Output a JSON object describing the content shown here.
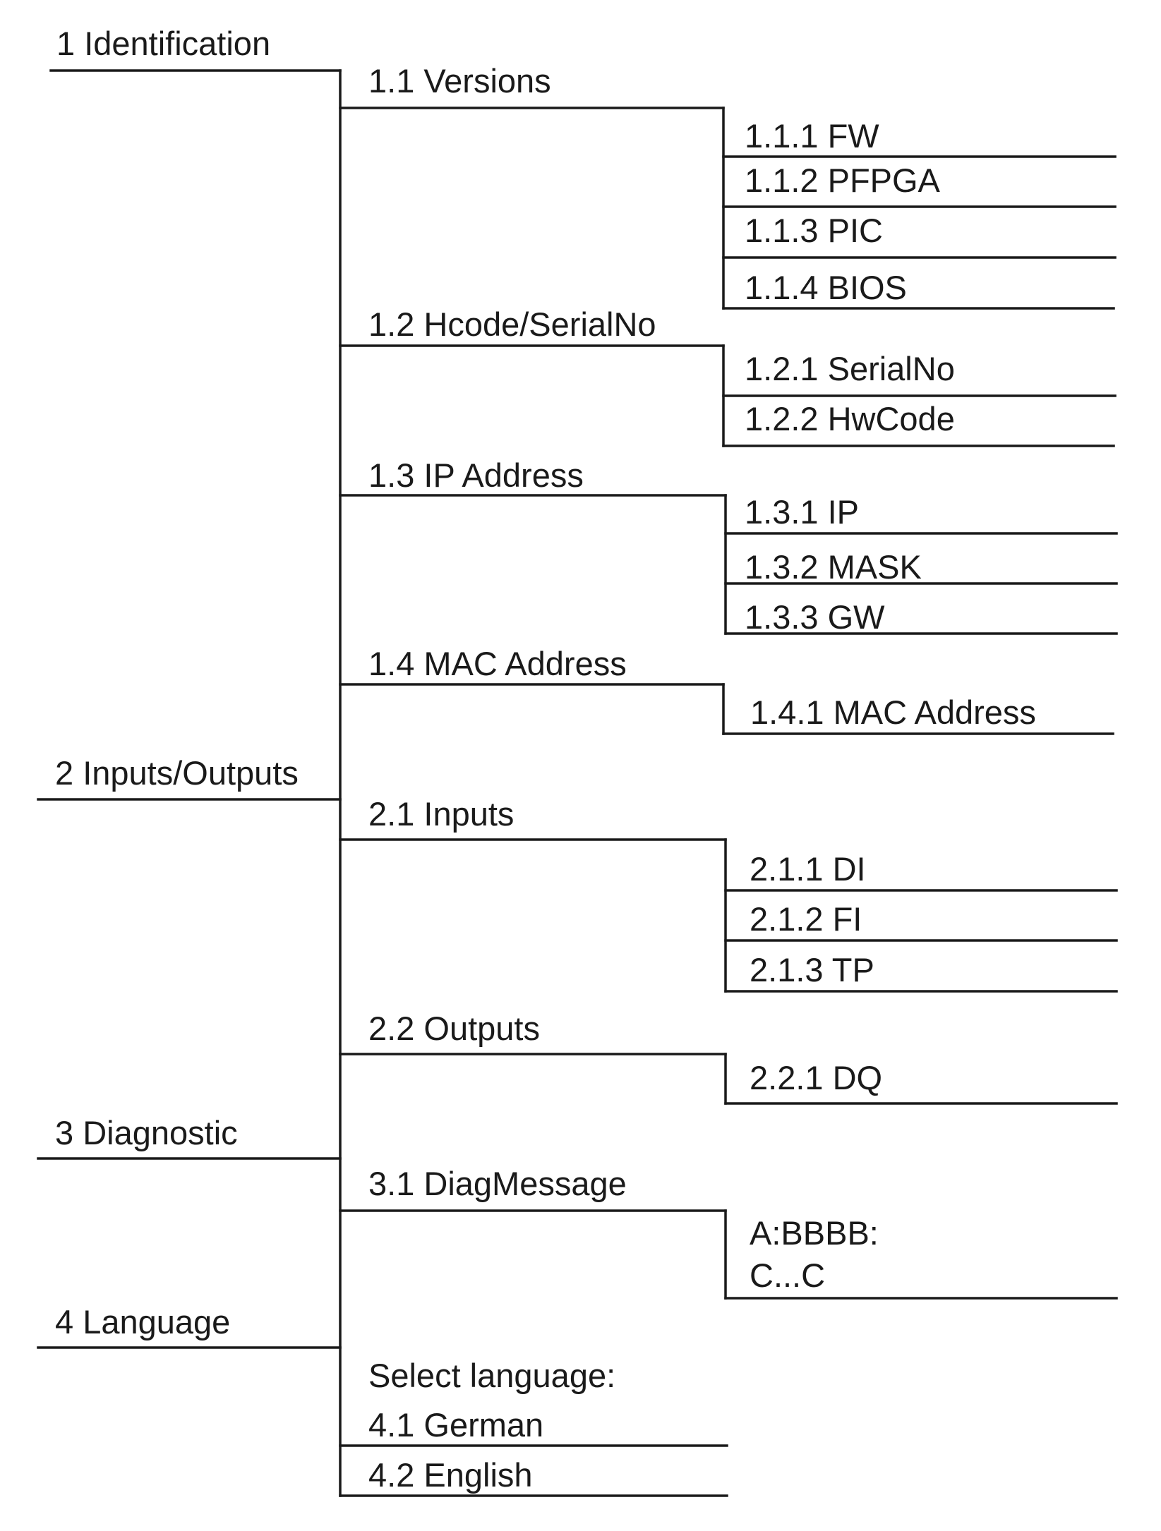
{
  "menu": {
    "id": {
      "label": "1 Identification",
      "versions": {
        "label": "1.1 Versions",
        "fw": "1.1.1 FW",
        "pfpga": "1.1.2 PFPGA",
        "pic": "1.1.3 PIC",
        "bios": "1.1.4 BIOS"
      },
      "hcode": {
        "label": "1.2 Hcode/SerialNo",
        "serial": "1.2.1 SerialNo",
        "hwcode": "1.2.2 HwCode"
      },
      "ip": {
        "label": "1.3 IP Address",
        "ip": "1.3.1 IP",
        "mask": "1.3.2 MASK",
        "gw": "1.3.3 GW"
      },
      "mac": {
        "label": "1.4 MAC Address",
        "mac": "1.4.1 MAC Address"
      }
    },
    "io": {
      "label": "2 Inputs/Outputs",
      "inputs": {
        "label": "2.1 Inputs",
        "di": "2.1.1 DI",
        "fi": "2.1.2 FI",
        "tp": "2.1.3 TP"
      },
      "outputs": {
        "label": "2.2 Outputs",
        "dq": "2.2.1 DQ"
      }
    },
    "diag": {
      "label": "3 Diagnostic",
      "message": {
        "label": "3.1 DiagMessage",
        "line1": "A:BBBB:",
        "line2": "C...C"
      }
    },
    "lang": {
      "label": "4 Language",
      "prompt": "Select language:",
      "german": "4.1 German",
      "english": "4.2 English"
    }
  }
}
